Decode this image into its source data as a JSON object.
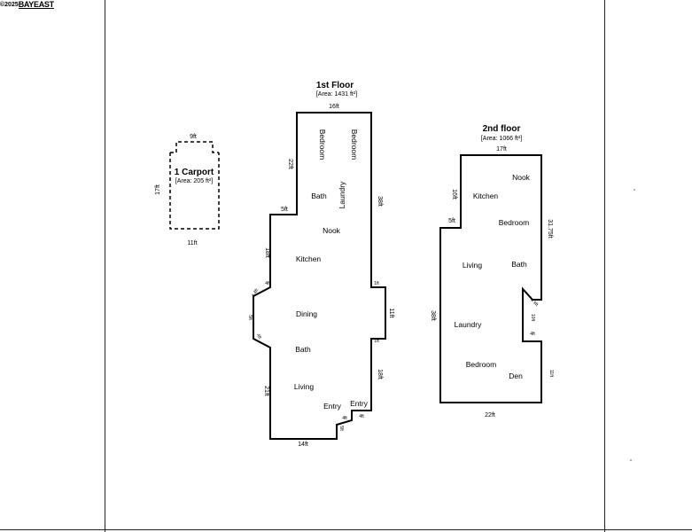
{
  "watermark": {
    "year": "©2025",
    "brand": "BAYEAST"
  },
  "carport": {
    "title": "1 Carport",
    "area": "[Area: 205 ft²]",
    "dims": {
      "top": "9ft",
      "left": "17ft",
      "bottom": "11ft"
    }
  },
  "first_floor": {
    "title": "1st Floor",
    "area": "[Area: 1431 ft²]",
    "rooms": {
      "bedroom_1": "Bedroom",
      "bedroom_2": "Bedroom",
      "bath_1": "Bath",
      "laundry": "Laundry",
      "nook": "Nook",
      "kitchen": "Kitchen",
      "dining": "Dining",
      "bath_2": "Bath",
      "living": "Living",
      "entry_1": "Entry",
      "entry_2": "Entry"
    },
    "dims": {
      "top": "16ft",
      "left_upper": "22ft",
      "step": "5ft",
      "right": "38ft",
      "left_mid": "18ft",
      "small_1": "4ft",
      "diag_1": "4.4ft",
      "left_bump": "5ft",
      "small_2": "4ft",
      "right_small_1": "1ft",
      "right_bump": "11ft",
      "right_small_2": "1ft",
      "left_lower": "21ft",
      "right_lower": "18ft",
      "entry_a": "4ft",
      "entry_b": "4ft",
      "entry_c": "5ft",
      "bottom": "14ft"
    }
  },
  "second_floor": {
    "title": "2nd floor",
    "area": "[Area: 1066 ft²]",
    "rooms": {
      "nook": "Nook",
      "kitchen": "Kitchen",
      "bedroom_1": "Bedroom",
      "living": "Living",
      "bath": "Bath",
      "laundry": "Laundry",
      "bedroom_2": "Bedroom",
      "den": "Den"
    },
    "dims": {
      "top": "17ft",
      "left_upper": "16ft",
      "step": "5ft",
      "right_upper": "31.75ft",
      "left": "38ft",
      "diag": "4.9ft",
      "notch_side": "10ft",
      "notch_bottom": "4ft",
      "right_lower": "11ft",
      "bottom": "22ft"
    }
  }
}
